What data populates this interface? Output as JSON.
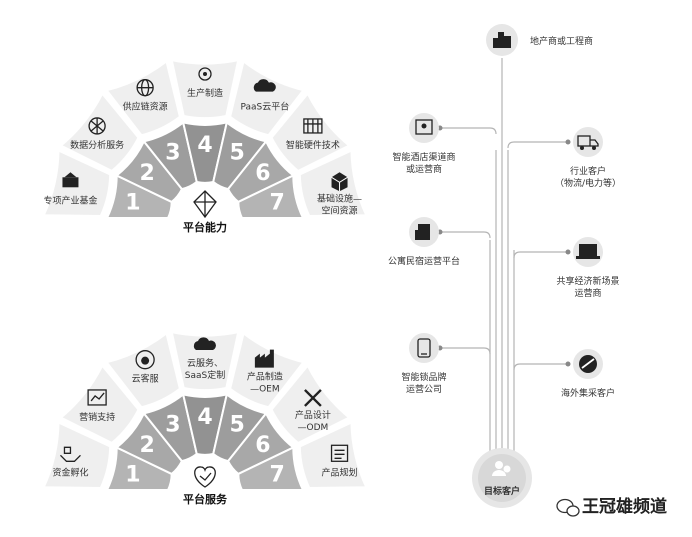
{
  "platform_capability": {
    "title": "平台能力",
    "numbers": [
      "1",
      "2",
      "3",
      "4",
      "5",
      "6",
      "7"
    ],
    "items": [
      "专项产业基金",
      "数据分析服务",
      "供应链资源",
      "生产制造",
      "PaaS云平台",
      "智能硬件技术",
      [
        "基础设施—",
        "空间资源"
      ]
    ]
  },
  "platform_service": {
    "title": "平台服务",
    "numbers": [
      "1",
      "2",
      "3",
      "4",
      "5",
      "6",
      "7"
    ],
    "items": [
      "资金孵化",
      "营销支持",
      "云客服",
      [
        "云服务、",
        "SaaS定制"
      ],
      [
        "产品制造",
        "—OEM"
      ],
      [
        "产品设计",
        "—ODM"
      ],
      "产品规划"
    ]
  },
  "target_customers": {
    "center": "目标客户",
    "left": [
      [
        "智能酒店渠道商",
        "或运营商"
      ],
      [
        "公寓民宿运营平台"
      ],
      [
        "智能锁品牌",
        "运营公司"
      ]
    ],
    "top": "地产商或工程商",
    "right": [
      [
        "行业客户",
        "（物流/电力等）"
      ],
      [
        "共享经济新场景",
        "运营商"
      ],
      [
        "海外集采客户"
      ]
    ]
  },
  "watermark": "王冠雄频道",
  "colors": {
    "dark_segment": "#a9a9a9",
    "mid_segment": "#bfbfbf",
    "outer_card": "#efefef",
    "line": "#b5b5b5"
  }
}
